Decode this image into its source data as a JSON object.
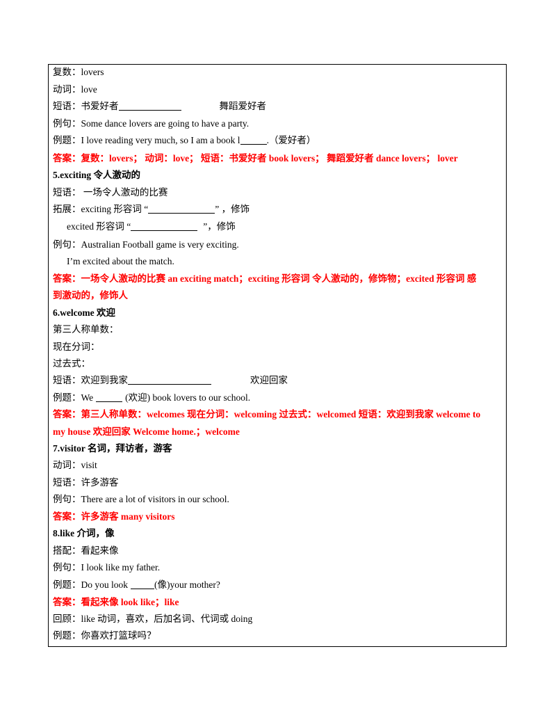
{
  "lines": {
    "l1": "复数：lovers",
    "l2": "动词：love",
    "l3a": "短语：书爱好者",
    "l3b": "舞蹈爱好者",
    "l4": "例句：Some dance lovers are going to have a party.",
    "l5a": "例题：I love reading very much, so I am a book l",
    "l5b": ".（爱好者）",
    "l6": "答案：复数：lovers；  动词：love；  短语：书爱好者 book lovers；  舞蹈爱好者  dance lovers；   lover",
    "l7": "5.exciting 令人激动的",
    "l8": "短语：  一场令人激动的比赛",
    "l9a": "拓展：exciting 形容词  “",
    "l9b": "”   ，修饰",
    "l10a": "excited  形容词  “",
    "l10b": "”，修饰",
    "l11": "例句：Australian Football game is very exciting.",
    "l12": "I’m excited about the match.",
    "l13": "答案：一场令人激动的比赛   an exciting match；exciting 形容词  令人激动的，修饰物；excited  形容词  感",
    "l14": "到激动的，修饰人",
    "l15": "6.welcome 欢迎",
    "l16": "第三人称单数：",
    "l17": "现在分词：",
    "l18": "过去式：",
    "l19a": "短语：欢迎到我家",
    "l19b": "欢迎回家",
    "l20a": "例题：We",
    "l20b": "(欢迎) book lovers to our school.",
    "l21": "答案：第三人称单数：welcomes   现在分词：welcoming  过去式：welcomed  短语：欢迎到我家 welcome to",
    "l22": "my house 欢迎回家  Welcome home.；welcome",
    "l23": "7.visitor 名词，拜访者，游客",
    "l24": "动词：visit",
    "l25": "短语：许多游客",
    "l26": "例句：There are a lot of visitors in our school.",
    "l27": "答案：许多游客 many visitors",
    "l28": "8.like 介词，像",
    "l29": "搭配：看起来像",
    "l30": "例句：I look like my father.",
    "l31a": "例题：Do you look",
    "l31b": "(像)your mother?",
    "l32": "答案：看起来像 look like；like",
    "l33": "回顾：like 动词，喜欢，后加名词、代词或 doing",
    "l34": "例题：你喜欢打篮球吗？"
  }
}
